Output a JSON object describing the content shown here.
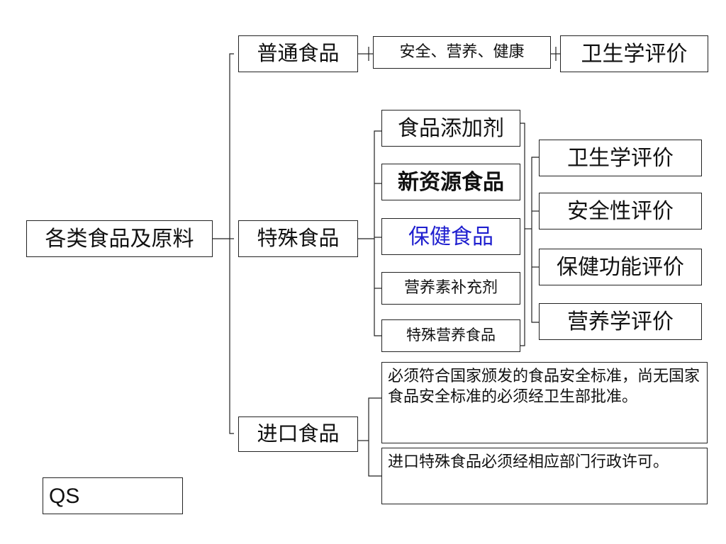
{
  "colors": {
    "line": "#222222",
    "highlight": "#1f1fcf",
    "text": "#111111"
  },
  "root": "各类食品及原料",
  "categories": {
    "ordinary": "普通食品",
    "special": "特殊食品",
    "imported": "进口食品"
  },
  "ordinary_branch": {
    "attributes": "安全、营养、健康",
    "evaluation": "卫生学评价"
  },
  "special_items": [
    "食品添加剂",
    "新资源食品",
    "保健食品",
    "营养素补充剂",
    "特殊营养食品"
  ],
  "special_evaluations": [
    "卫生学评价",
    "安全性评价",
    "保健功能评价",
    "营养学评价"
  ],
  "imported_notes": [
    "必须符合国家颁发的食品安全标准，尚无国家食品安全标准的必须经卫生部批准。",
    "进口特殊食品必须经相应部门行政许可。"
  ],
  "qs_label": "QS"
}
